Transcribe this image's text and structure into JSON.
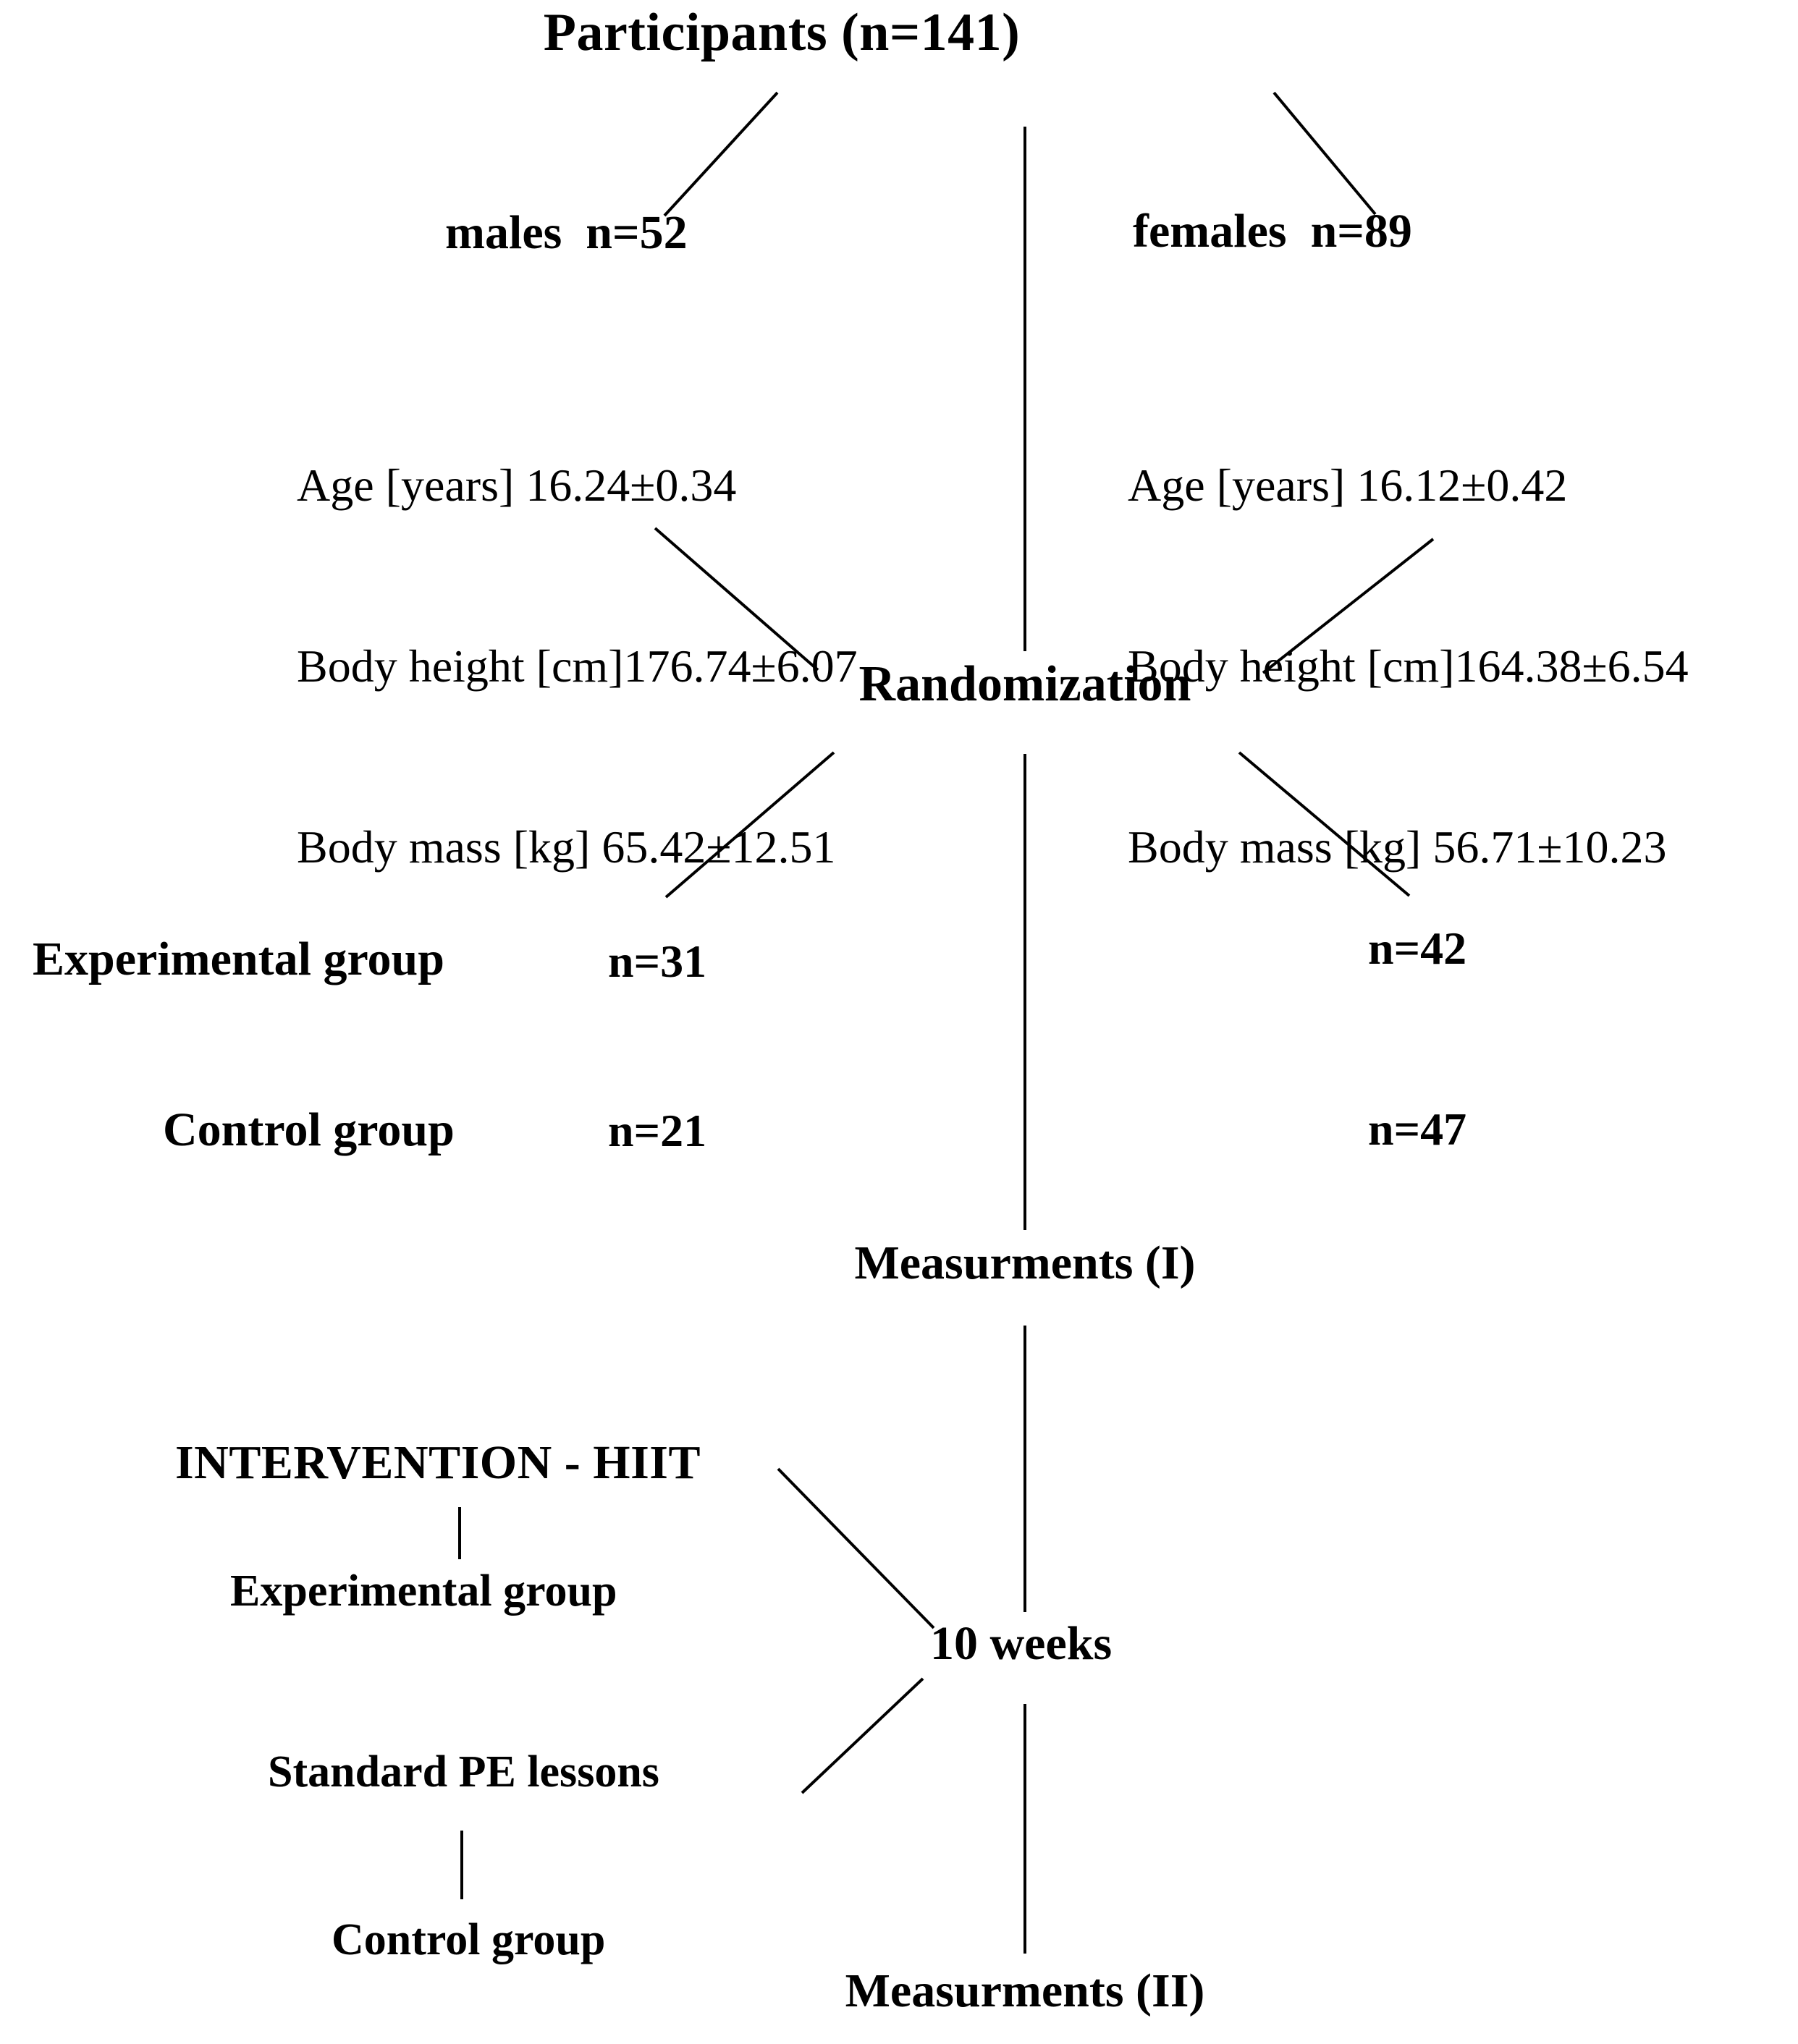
{
  "figure": {
    "type": "study-flow-chart",
    "background_color": "#ffffff",
    "text_color": "#000000",
    "line_color": "#000000"
  },
  "top": {
    "participants": "Participants (n=141)"
  },
  "sex_groups": {
    "males": {
      "header": "males  n=52",
      "stats": [
        "Age [years] 16.24±0.34",
        "Body height [cm]176.74±6.07",
        "Body mass [kg] 65.42±12.51"
      ]
    },
    "females": {
      "header": "females  n=89",
      "stats": [
        "Age [years] 16.12±0.42",
        "Body height [cm]164.38±6.54",
        "Body mass [kg] 56.71±10.23"
      ]
    }
  },
  "randomization": {
    "label": "Randomization"
  },
  "allocation": {
    "rows": [
      {
        "label": "Experimental group",
        "left_n": "n=31",
        "right_n": "n=42"
      },
      {
        "label": "Control group",
        "left_n": "n=21",
        "right_n": "n=47"
      }
    ]
  },
  "measurements": {
    "first": "Measurments (I)",
    "second": "Measurments (II)"
  },
  "intervention": {
    "title": "INTERVENTION - HIIT",
    "experimental_arm": "Experimental group",
    "control_arm_activity": "Standard PE lessons",
    "control_arm": "Control group",
    "duration": "10 weeks"
  }
}
